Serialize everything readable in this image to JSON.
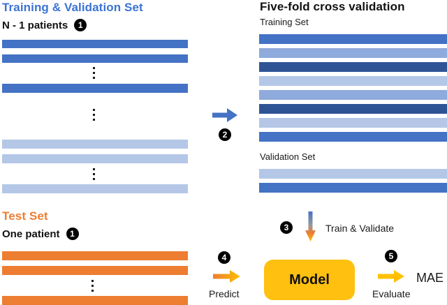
{
  "palette": {
    "title_blue": "#3B73D4",
    "blue": "#4472C4",
    "blue_mid": "#8FAADC",
    "blue_light": "#B4C7E7",
    "navy": "#2F5496",
    "orange": "#ED7D31",
    "gold": "#FFC000",
    "badge_black": "#000000"
  },
  "training_validation": {
    "title": "Training & Validation Set",
    "subtitle": "N - 1 patients",
    "badge": "1"
  },
  "cross_validation": {
    "title": "Five-fold cross validation",
    "training_label": "Training Set",
    "validation_label": "Validation Set",
    "training_bars": [
      "#4472C4",
      "#8FAADC",
      "#2F5496",
      "#B4C7E7",
      "#8FAADC",
      "#2F5496",
      "#B4C7E7",
      "#4472C4"
    ],
    "validation_bars": [
      "#B4C7E7",
      "#4472C4"
    ]
  },
  "test_set": {
    "title": "Test Set",
    "subtitle": "One patient",
    "badge": "1"
  },
  "steps": {
    "split_badge": "2",
    "train_badge": "3",
    "train_label": "Train & Validate",
    "predict_badge": "4",
    "predict_label": "Predict",
    "evaluate_badge": "5",
    "evaluate_label": "Evaluate",
    "metric_label": "MAE"
  },
  "model": {
    "label": "Model",
    "fill": "#FFC010"
  }
}
